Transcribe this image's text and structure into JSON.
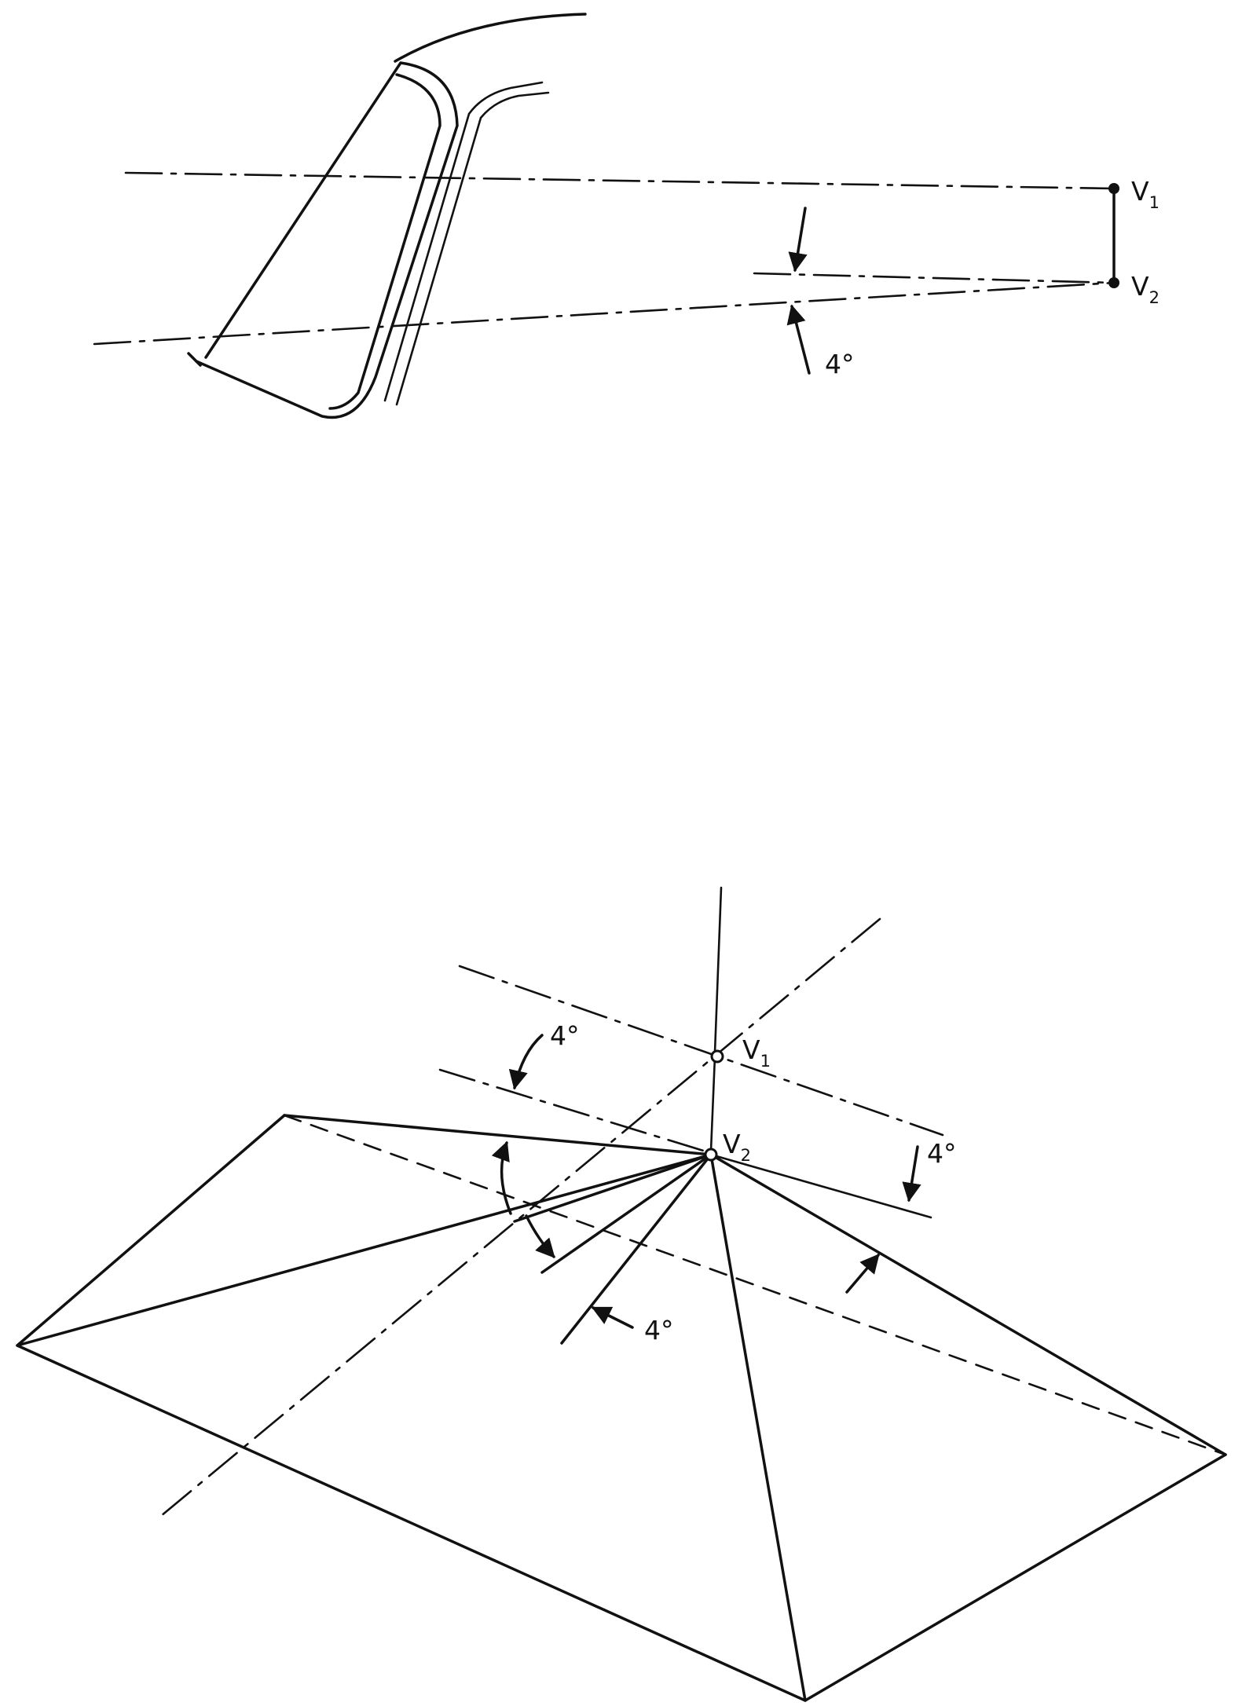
{
  "labels": {
    "v1_top": {
      "base": "V",
      "sub": "1"
    },
    "v2_top": {
      "base": "V",
      "sub": "2"
    },
    "angle_top": "4°",
    "v1_bottom": {
      "base": "V",
      "sub": "1"
    },
    "v2_bottom": {
      "base": "V",
      "sub": "2"
    },
    "angle_bottom_upper_left": "4°",
    "angle_bottom_right": "4°",
    "angle_bottom_lower": "4°"
  },
  "colors": {
    "ink": "#111111",
    "paper": "#ffffff"
  }
}
